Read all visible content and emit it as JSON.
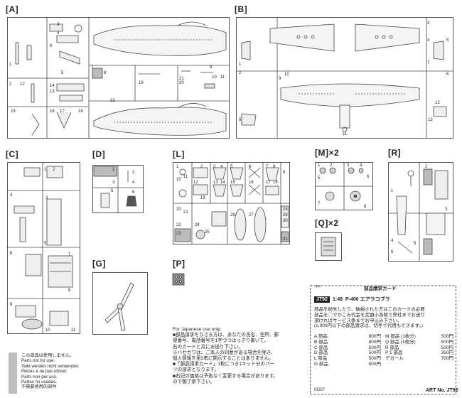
{
  "sprues": {
    "A": {
      "label": "[A]"
    },
    "B": {
      "label": "[B]"
    },
    "C": {
      "label": "[C]"
    },
    "D": {
      "label": "[D]"
    },
    "L": {
      "label": "[L]"
    },
    "M": {
      "label": "[M]×2"
    },
    "R": {
      "label": "[R]"
    },
    "Q": {
      "label": "[Q]×2"
    },
    "G": {
      "label": "[G]"
    },
    "P": {
      "label": "[P]"
    }
  },
  "part_numbers": {
    "A": [
      "1",
      "2",
      "3",
      "4",
      "5",
      "6",
      "7",
      "8",
      "9",
      "10",
      "11",
      "12",
      "13",
      "14",
      "15",
      "16",
      "17",
      "18",
      "19",
      "20",
      "21",
      "22"
    ],
    "B": [
      "1",
      "2",
      "3",
      "4",
      "5",
      "6",
      "7",
      "8",
      "9",
      "10",
      "11",
      "12",
      "13"
    ],
    "C": [
      "1",
      "2",
      "3",
      "4",
      "5",
      "6",
      "7",
      "8",
      "9",
      "10",
      "11"
    ],
    "D": [
      "1",
      "2",
      "3",
      "4",
      "5",
      "6"
    ],
    "L": [
      "1",
      "2",
      "3",
      "4",
      "5",
      "6",
      "7",
      "8",
      "9",
      "10",
      "11",
      "12",
      "13",
      "14",
      "15",
      "16",
      "17",
      "18",
      "19",
      "20",
      "21",
      "22",
      "23",
      "24",
      "25",
      "26",
      "27",
      "28",
      "29",
      "30",
      "31"
    ],
    "M": [
      "1",
      "2",
      "3",
      "4",
      "5",
      "6",
      "7",
      "8"
    ],
    "R": [
      "1",
      "2",
      "3",
      "4",
      "5",
      "6"
    ]
  },
  "japanese_note": {
    "heading": "For Japanese use only.",
    "lines": [
      "■部品請求をなさる方は、あなたの氏名、住所、郵",
      "便番号、電話番号を1字づつはっきり書いて、",
      "右のカードと共にお送り下さい。",
      "※ハセガワは、ご本人の同意がある場合を除き、",
      "個人情報を第3者に開示することはありません。",
      "■「部品請求カード」1枚につき1キット分のパー",
      "ツの請求となります。",
      "■右記の価格は予告なく変更する場合があります。",
      "ので御了承下さい。"
    ]
  },
  "legal": {
    "lines": [
      "この部品は使用しません。",
      "Parts not for use.",
      "Teile werden nicht verwendet.",
      "Pièces à ne pas utiliser.",
      "Parts non per uso.",
      "Partes no usadas.",
      "不需要使用的部件"
    ]
  },
  "card": {
    "title": "部品請求カード",
    "code": "JT92",
    "scale": "1:48",
    "product": "P-400 エアラコブラ",
    "intro": [
      "部品を紛失したり、破損された方はこのカードの必要",
      "部品を◯でかこみ代金を定額小為替で弊社までお送り",
      "頂ければサービス係までお申込み下さい。",
      "(1,000円以下の部品請求は、切手で代用もできます。)"
    ],
    "prices_left": [
      {
        "part": "A 部品",
        "price": "800円"
      },
      {
        "part": "B 部品",
        "price": "800円"
      },
      {
        "part": "C 部品",
        "price": "500円"
      },
      {
        "part": "D 部品",
        "price": "500円"
      },
      {
        "part": "L 部品",
        "price": "500円"
      },
      {
        "part": "G 部品",
        "price": "500円"
      }
    ],
    "prices_right": [
      {
        "part": "M 部品 (1枚分)",
        "price": "500円"
      },
      {
        "part": "Q 部品 (1枚分)",
        "price": "500円"
      },
      {
        "part": "R 部品",
        "price": "500円"
      },
      {
        "part": "P 1 部品",
        "price": "350円"
      },
      {
        "part": "デカール",
        "price": "700円"
      }
    ],
    "date_code": "05/07"
  },
  "art_no": "ART No. JT92"
}
